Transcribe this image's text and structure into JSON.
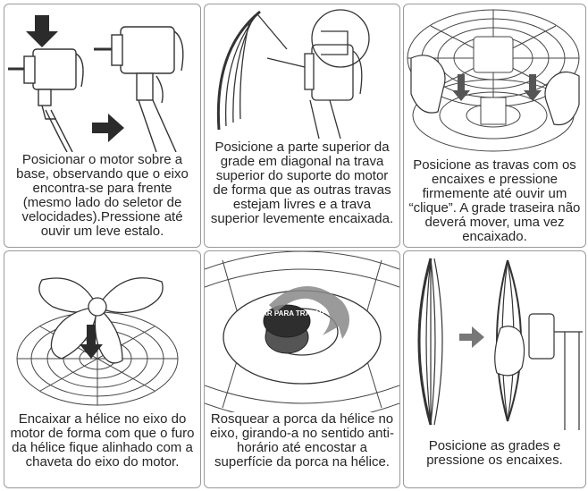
{
  "panels": [
    {
      "caption": "Posicionar o motor sobre a base, observando que o eixo encontra-se para frente (mesmo lado do seletor de velocidades).Pressione até ouvir um leve estalo."
    },
    {
      "caption": "Posicione a parte superior da grade  em diagonal na trava superior do suporte do motor de forma que as outras travas estejam livres e a trava superior levemente encaixada."
    },
    {
      "caption": "Posicione as travas com os encaixes e pressione firmemente até ouvir um “clique”. A grade traseira não deverá mover, uma vez encaixado."
    },
    {
      "caption": "Encaixar a hélice no eixo do motor de forma com que o furo da hélice fique alinhado com a chaveta do eixo do motor."
    },
    {
      "caption": "Rosquear a porca da hélice no eixo, girando-a no sentido anti-horário até encostar a superfície da porca na hélice."
    },
    {
      "caption": "Posicione as grades e pressione os encaixes."
    }
  ],
  "nut_label": "GIRAR PARA TRAVAR",
  "colors": {
    "arrow": "#2b2b2b",
    "line": "#333333",
    "border": "#9a9a9a",
    "text": "#262626"
  }
}
